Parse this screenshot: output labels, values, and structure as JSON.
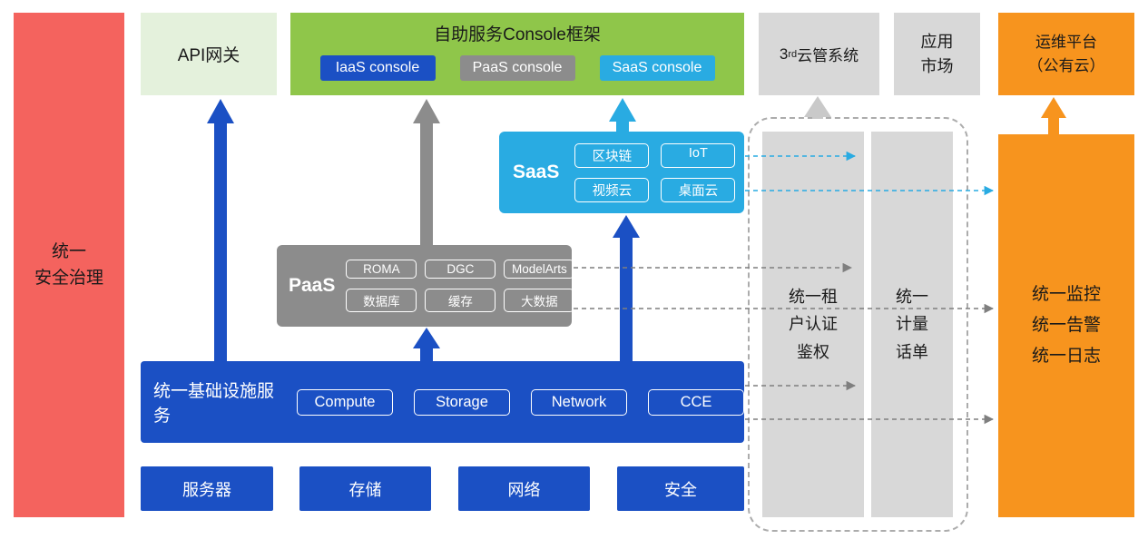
{
  "colors": {
    "red": "#F4635E",
    "pale_green": "#E4F1DC",
    "green": "#8FC64A",
    "blue": "#1B50C4",
    "light_blue": "#29ABE2",
    "gray": "#8C8C8C",
    "light_gray": "#D8D8D8",
    "orange": "#F7941E"
  },
  "security_bar": {
    "label": "统一\n安全治理"
  },
  "top_row": {
    "api_gateway": "API网关",
    "console": {
      "title": "自助服务Console框架",
      "buttons": [
        "IaaS console",
        "PaaS console",
        "SaaS console"
      ]
    },
    "third_party": {
      "prefix": "3",
      "sup": "rd",
      "suffix": "云管系统"
    },
    "app_market": "应用\n市场",
    "ops_platform": "运维平台\n（公有云）"
  },
  "saas": {
    "label": "SaaS",
    "chips": [
      "区块链",
      "IoT",
      "视频云",
      "桌面云"
    ]
  },
  "paas": {
    "label": "PaaS",
    "chips": [
      "ROMA",
      "DGC",
      "ModelArts",
      "数据库",
      "缓存",
      "大数据"
    ]
  },
  "infra": {
    "label": "统一基础设施服务",
    "chips": [
      "Compute",
      "Storage",
      "Network",
      "CCE"
    ]
  },
  "hardware": {
    "items": [
      "服务器",
      "存储",
      "网络",
      "安全"
    ]
  },
  "right_rails": {
    "auth": "统一租\n户认证\n鉴权",
    "billing": "统一\n计量\n话单",
    "monitor": "统一监控\n统一告警\n统一日志"
  }
}
